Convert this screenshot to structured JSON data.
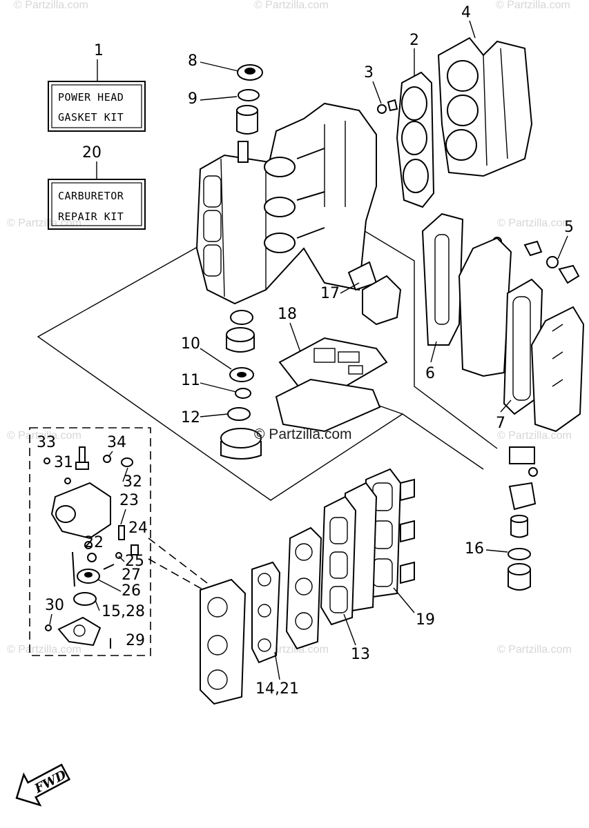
{
  "kits": [
    {
      "number": "1",
      "lines": [
        "POWER HEAD",
        "GASKET KIT"
      ]
    },
    {
      "number": "20",
      "lines": [
        "CARBURETOR",
        "REPAIR KIT"
      ]
    }
  ],
  "callouts": {
    "p2": "2",
    "p3": "3",
    "p4": "4",
    "p5": "5",
    "p6": "6",
    "p7": "7",
    "p8": "8",
    "p9": "9",
    "p10": "10",
    "p11": "11",
    "p12": "12",
    "p13": "13",
    "p14_21": "14,21",
    "p15_28": "15,28",
    "p16": "16",
    "p17": "17",
    "p18": "18",
    "p19": "19",
    "p22": "22",
    "p23": "23",
    "p24": "24",
    "p25": "25",
    "p26": "26",
    "p27": "27",
    "p29": "29",
    "p30": "30",
    "p31": "31",
    "p32": "32",
    "p33": "33",
    "p34": "34"
  },
  "watermark": {
    "text": "© Partzilla.com",
    "center": "© Partzilla.com"
  },
  "fwd_label": "FWD"
}
